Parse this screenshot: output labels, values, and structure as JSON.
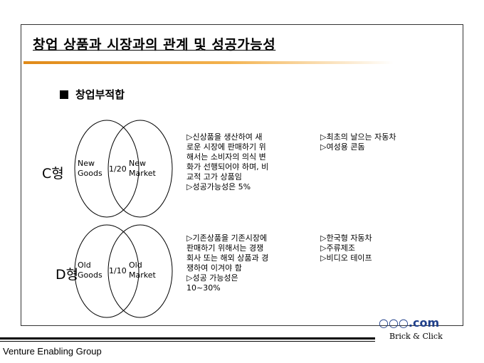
{
  "slide": {
    "title": "창업 상품과 시장과의 관계 및 성공가능성",
    "subheading": "창업부적합"
  },
  "types": [
    {
      "label": "C형",
      "left_circle": [
        "New",
        "Goods"
      ],
      "overlap": "1/20",
      "right_circle": [
        "New",
        "Market"
      ],
      "description": [
        "▷신상품을 생산하여 새",
        "로운 시장에 판매하기 위",
        "해서는 소비자의 의식 변",
        "화가 선행되어야 하며, 비",
        "교적 고가 상품임",
        "▷성공가능성은 5%"
      ],
      "examples": [
        "▷최초의 날으는 자동차",
        "▷여성용 콘돔"
      ]
    },
    {
      "label": "D형",
      "left_circle": [
        "Old",
        "Goods"
      ],
      "overlap": "1/10",
      "right_circle": [
        "Old",
        "Market"
      ],
      "description": [
        "▷기존상품을 기존시장에",
        "판매하기 위해서는 경쟁",
        "회사 또는 해외 상품과 경",
        "쟁하여 이겨야 함",
        "▷성공 가능성은",
        "10~30%"
      ],
      "examples": [
        "▷한국형 자동차",
        "▷주류제조",
        "▷비디오 테이프"
      ]
    }
  ],
  "footer": {
    "logo_circles": "○○○",
    "logo_suffix": ".com",
    "tagline": "Brick & Click",
    "company": "Venture Enabling Group"
  },
  "colors": {
    "title_bar_start": "#e08a18",
    "logo": "#1f3f8a"
  }
}
